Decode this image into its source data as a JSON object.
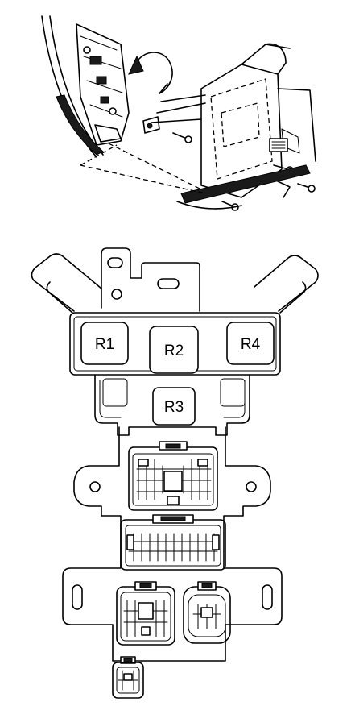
{
  "diagram": {
    "relays": [
      {
        "id": "R1",
        "label": "R1"
      },
      {
        "id": "R2",
        "label": "R2"
      },
      {
        "id": "R4",
        "label": "R4"
      },
      {
        "id": "R3",
        "label": "R3"
      }
    ]
  }
}
